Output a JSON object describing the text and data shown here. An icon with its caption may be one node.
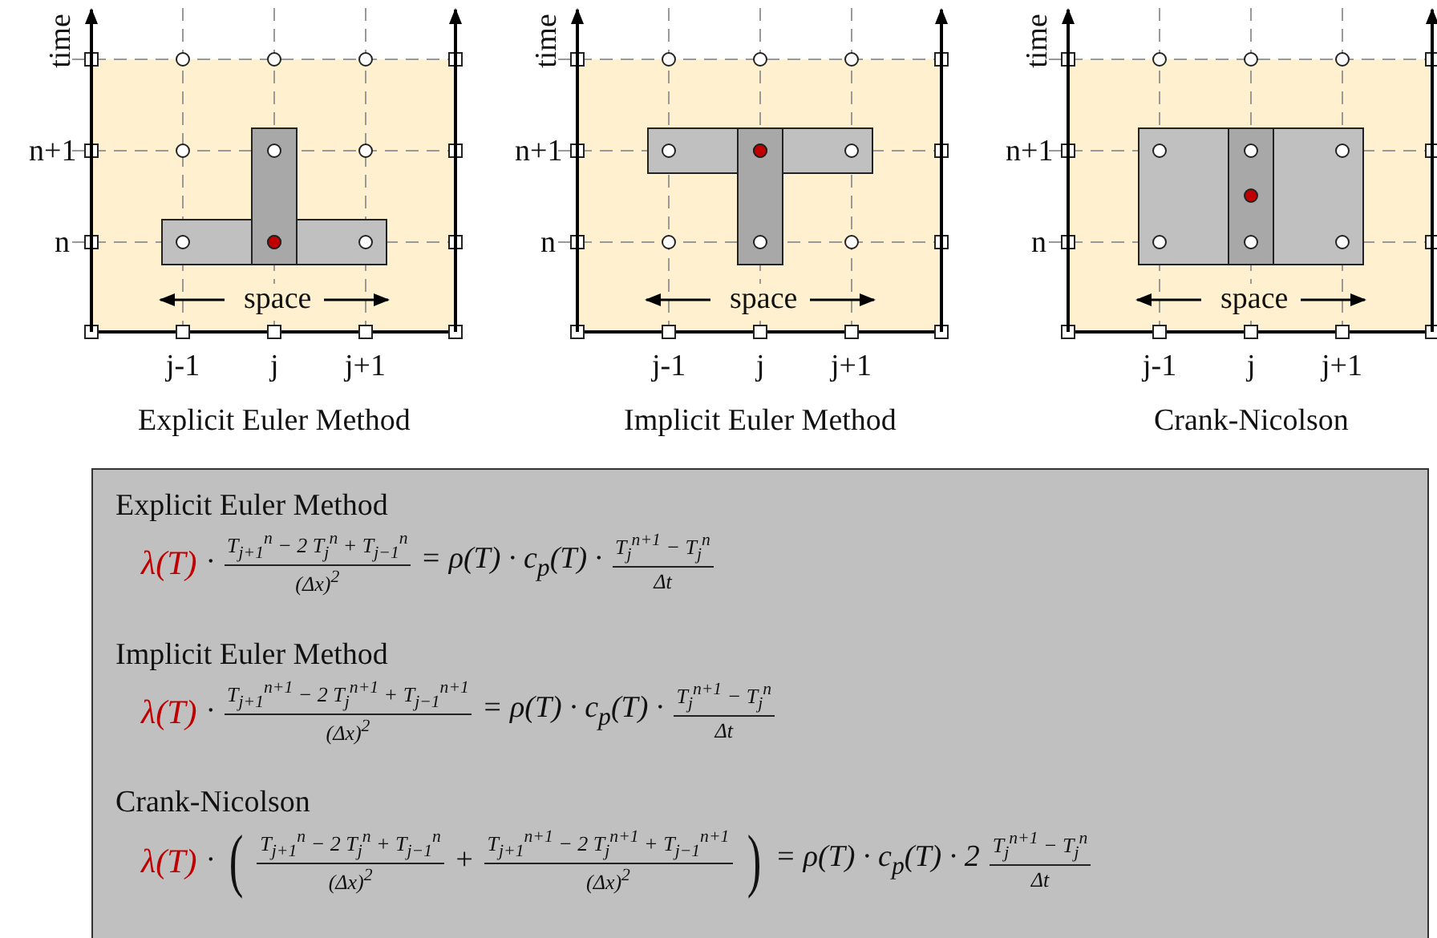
{
  "diagram": {
    "nodes": [
      {
        "text": [
          "Explicit Euler Method",
          "λ(T)",
          "·",
          "T$_{j+1}$$^{n}$ − 2 T$_{j}$$^{n}$ + T$_{j−1}$$^{n}$",
          "(Δx)$^{2}$",
          "= ρ(T) · c$_{p}$(T) ·",
          "T$_{j}$$^{n+1}$ − T$_{j}$$^{n}$",
          "Δt",
          "Implicit Euler Method",
          "λ(T)",
          "·",
          "T$_{j+1}$$^{n+1}$ − 2 T$_{j}$$^{n+1}$ + T$_{j−1}$$^{n+1}$",
          "(Δx)$^{2}$",
          "= ρ(T) · c$_{p}$(T) ·",
          "T$_{j}$$^{n+1}$ − T$_{j}$$^{n}$",
          "Δt",
          "Crank-Nicolson",
          "λ(T)",
          "·",
          "(",
          "T$_{j+1}$$^{n}$ − 2 T$_{j}$$^{n}$ + T$_{j−1}$$^{n}$",
          "(Δx)$^{2}$",
          "+",
          "T$_{j+1}$$^{n+1}$ − 2 T$_{j}$$^{n+1}$ + T$_{j−1}$$^{n+1}$",
          "(Δx)$^{2}$",
          ")",
          "= ρ(T) · c$_{p}$(T) · 2",
          "T$_{j}$$^{n+1}$ − T$_{j}$$^{n}$",
          "Δt"
        ]
      }
    ],
    "labels": [
      "time",
      "n+1",
      "n",
      "space",
      "j-1",
      "j",
      "j+1",
      "Explicit Euler Method",
      "time",
      "n+1",
      "n",
      "space",
      "j-1",
      "j",
      "j+1",
      "Implicit Euler Method",
      "time",
      "n+1",
      "n",
      "space",
      "j-1",
      "j",
      "j+1",
      "Crank-Nicolson"
    ]
  }
}
